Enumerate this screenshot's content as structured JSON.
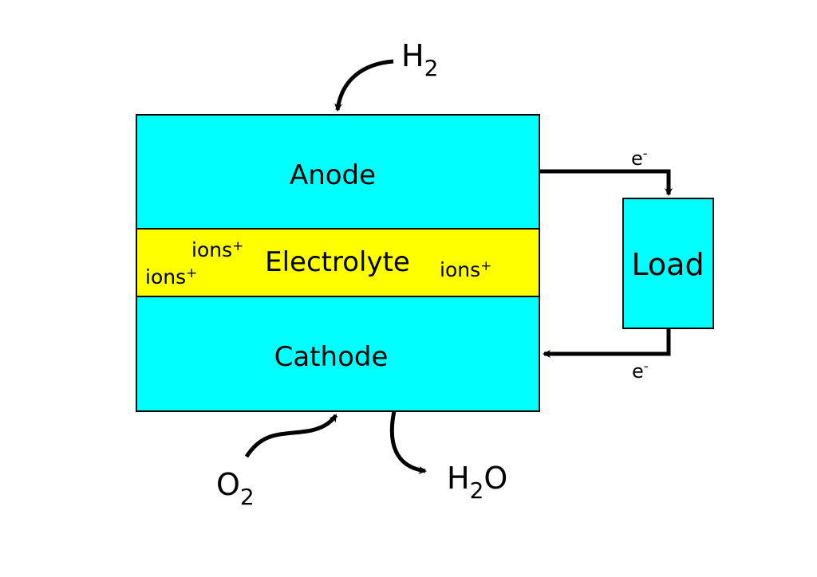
{
  "colors": {
    "electrode_fill": "#00ffff",
    "electrolyte_fill": "#ffff00",
    "load_fill": "#00ffff",
    "stroke": "#000000",
    "background": "#ffffff"
  },
  "layers": {
    "anode": "Anode",
    "electrolyte": "Electrolyte",
    "cathode": "Cathode"
  },
  "ions": [
    "ions",
    "ions",
    "ions"
  ],
  "ion_charge": "+",
  "load": "Load",
  "electron": {
    "symbol": "e",
    "charge": "-"
  },
  "species": {
    "hydrogen": {
      "base": "H",
      "sub": "2",
      "tail": ""
    },
    "oxygen": {
      "base": "O",
      "sub": "2",
      "tail": ""
    },
    "water": {
      "base": "H",
      "sub": "2",
      "tail": "O"
    }
  }
}
